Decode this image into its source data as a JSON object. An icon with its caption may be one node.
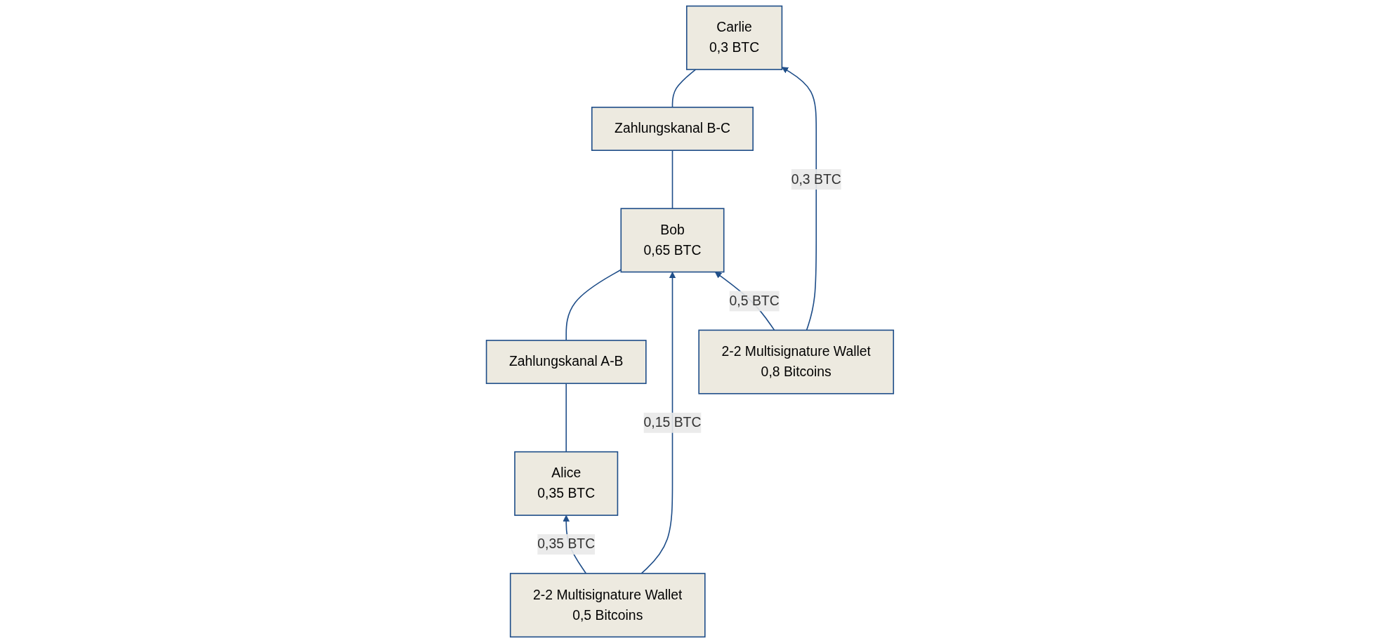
{
  "diagram": {
    "nodes": [
      {
        "text": [
          "Alice",
          "0,35 BTC"
        ]
      },
      {
        "text": [
          "Zahlungskanal A-B"
        ]
      },
      {
        "text": [
          "Bob",
          "0,65 BTC"
        ]
      },
      {
        "text": [
          "Zahlungskanal B-C"
        ]
      },
      {
        "text": [
          "Carlie",
          "0,3 BTC"
        ]
      },
      {
        "text": [
          "2-2 Multisignature Wallet",
          "0,5 Bitcoins"
        ]
      },
      {
        "text": [
          "2-2 Multisignature Wallet",
          "0,8 Bitcoins"
        ]
      }
    ],
    "edges": [
      {
        "from": 0,
        "to": 1,
        "arrow": "none"
      },
      {
        "from": 1,
        "to": 2,
        "arrow": "none"
      },
      {
        "from": 2,
        "to": 3,
        "arrow": "none"
      },
      {
        "from": 3,
        "to": 4,
        "arrow": "none"
      },
      {
        "from": 5,
        "to": 0,
        "arrow": "to",
        "label": "0,35 BTC"
      },
      {
        "from": 5,
        "to": 2,
        "arrow": "to",
        "label": "0,15 BTC"
      },
      {
        "from": 6,
        "to": 2,
        "arrow": "to",
        "label": "0,5 BTC"
      },
      {
        "from": 6,
        "to": 4,
        "arrow": "to",
        "label": "0,3 BTC"
      }
    ]
  }
}
